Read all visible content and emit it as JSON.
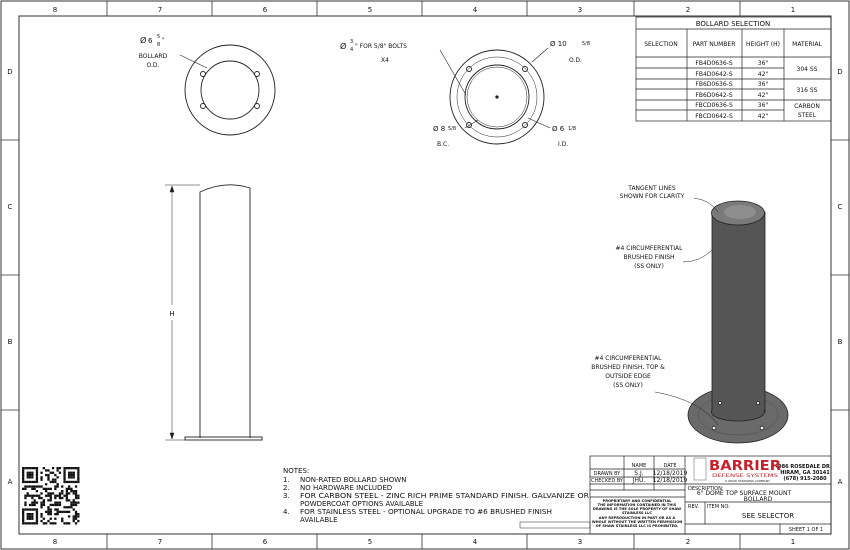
{
  "border": {
    "columns": [
      "8",
      "7",
      "6",
      "5",
      "4",
      "3",
      "2",
      "1"
    ],
    "rows": [
      "D",
      "C",
      "B",
      "A"
    ]
  },
  "left_top_view": {
    "dia_symbol": "Ø",
    "dim": "6",
    "frac_num": "5",
    "frac_den": "8",
    "inch": "\"",
    "label1": "BOLLARD",
    "label2": "O.D."
  },
  "right_top_view": {
    "bolt_note_dia": "Ø",
    "bolt_frac_num": "3",
    "bolt_frac_den": "4",
    "bolt_note": "\" FOR 5/8\" BOLTS",
    "bolt_qty": "X4",
    "od_dim": "Ø 10",
    "od_frac": "5/8",
    "od_label": "O.D.",
    "bc_dim": "Ø 8",
    "bc_frac": "5/8",
    "bc_label": "B.C.",
    "id_dim": "Ø 6",
    "id_frac": "1/8",
    "id_label": "I.D."
  },
  "side_view": {
    "height_label": "H"
  },
  "iso_view": {
    "note1": [
      "TANGENT LINES",
      "SHOWN FOR CLARITY"
    ],
    "note2": [
      "#4 CIRCUMFERENTIAL",
      "BRUSHED FINISH",
      "(SS ONLY)"
    ],
    "note3": [
      "#4 CIRCUMFERENTIAL",
      "BRUSHED FINISH, TOP &",
      "OUTSIDE EDGE",
      "(SS ONLY)"
    ],
    "body_color": "#5a5a5a"
  },
  "selection_table": {
    "title": "BOLLARD SELECTION",
    "headers": [
      "SELECTION",
      "PART NUMBER",
      "HEIGHT (H)",
      "MATERIAL"
    ],
    "rows": [
      {
        "part": "FB4D0636-S",
        "height": "36\""
      },
      {
        "part": "FB4D0642-S",
        "height": "42\""
      },
      {
        "part": "FB6D0636-S",
        "height": "36\""
      },
      {
        "part": "FB6D0642-S",
        "height": "42\""
      },
      {
        "part": "FBCD0636-S",
        "height": "36\""
      },
      {
        "part": "FBCD0642-S",
        "height": "42\""
      }
    ],
    "materials": [
      "304 SS",
      "316 SS",
      "CARBON",
      "STEEL"
    ]
  },
  "notes": {
    "heading": "NOTES:",
    "items": [
      {
        "n": "1.",
        "lines": [
          "NON-RATED BOLLARD SHOWN"
        ]
      },
      {
        "n": "2.",
        "lines": [
          "NO HARDWARE INCLUDED"
        ]
      },
      {
        "n": "3.",
        "lines": [
          "FOR CARBON STEEL - ZINC RICH PRIME STANDARD FINISH. GALVANIZE OR",
          "POWDERCOAT OPTIONS AVAILABLE"
        ]
      },
      {
        "n": "4.",
        "lines": [
          "FOR STAINLESS STEEL - OPTIONAL UPGRADE TO #6 BRUSHED FINISH",
          "AVAILABLE"
        ]
      }
    ]
  },
  "title_block": {
    "name_header": "NAME",
    "date_header": "DATE",
    "drawn_by_label": "DRAWN BY",
    "drawn_by": "S.J.",
    "drawn_date": "12/18/2019",
    "checked_by_label": "CHECKED BY",
    "checked_by": "JHU.",
    "checked_date": "12/18/2019",
    "proprietary": [
      "PROPRIETARY AND CONFIDENTIAL",
      "THE INFORMATION CONTAINED IN THIS",
      "DRAWING IS THE SOLE PROPERTY OF SHAW",
      "STAINLESS LLC",
      "ANY REPRODUCTION IN PART OR AS A",
      "WHOLE WITHOUT THE WRITTEN PERMISSION",
      "OF SHAW STAINLESS LLC IS PROHIBITED."
    ],
    "logo_main": "BARRIER",
    "logo_sub": "DEFENSE SYSTEMS",
    "logo_tag": "A SHAW STAINLESS COMPANY",
    "address": [
      "986 ROSEDALE DR.",
      "HIRAM, GA 30141",
      "(678) 915-2080"
    ],
    "description_label": "DESCRIPTION:",
    "description": [
      "6\" DOME TOP SURFACE MOUNT",
      "BOLLARD"
    ],
    "rev_label": "REV.",
    "item_label": "ITEM NO:",
    "item_no": "SEE SELECTOR",
    "sheet": "SHEET 1 OF 1",
    "brand_color": "#c8202a"
  }
}
